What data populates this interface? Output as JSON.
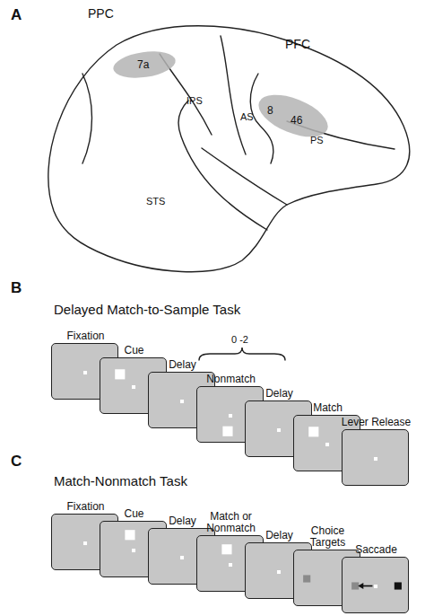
{
  "diagram": {
    "nodes": [
      {
        "text": [
          "7a"
        ]
      },
      {
        "text": [
          "8",
          "46"
        ]
      },
      {
        "text": [
          "Fixation"
        ]
      },
      {
        "text": [
          "Cue"
        ]
      },
      {
        "text": [
          "Delay"
        ]
      },
      {
        "text": [
          "Nonmatch"
        ]
      },
      {
        "text": [
          "Delay"
        ]
      },
      {
        "text": [
          "Match"
        ]
      },
      {
        "text": [
          "Lever Release"
        ]
      },
      {
        "text": [
          "Fixation"
        ]
      },
      {
        "text": [
          "Cue"
        ]
      },
      {
        "text": [
          "Delay"
        ]
      },
      {
        "text": [
          "Match or Nonmatch"
        ]
      },
      {
        "text": [
          "Delay"
        ]
      },
      {
        "text": [
          "Choice Targets"
        ]
      },
      {
        "text": [
          "Saccade"
        ]
      }
    ],
    "labels": [
      "A",
      "PPC",
      "PFC",
      "IPS",
      "STS",
      "AS",
      "PS",
      "B",
      "Delayed Match-to-Sample Task",
      "0 -2",
      "C",
      "Match-Nonmatch Task"
    ]
  }
}
